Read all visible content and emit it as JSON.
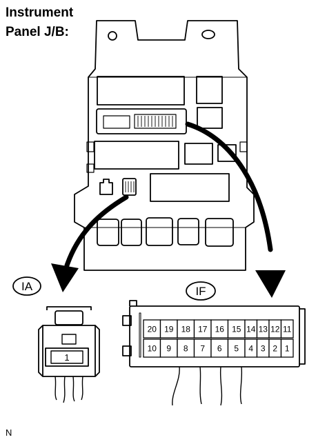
{
  "title": {
    "line1": "Instrument",
    "line2": "Panel J/B:"
  },
  "connectors": {
    "ia": {
      "label": "IA",
      "pins": [
        "1"
      ]
    },
    "if": {
      "label": "IF",
      "pins_top": [
        "20",
        "19",
        "18",
        "17",
        "16",
        "15",
        "14",
        "13",
        "12",
        "11"
      ],
      "pins_bottom": [
        "10",
        "9",
        "8",
        "7",
        "6",
        "5",
        "4",
        "3",
        "2",
        "1"
      ]
    }
  },
  "footer": "N"
}
